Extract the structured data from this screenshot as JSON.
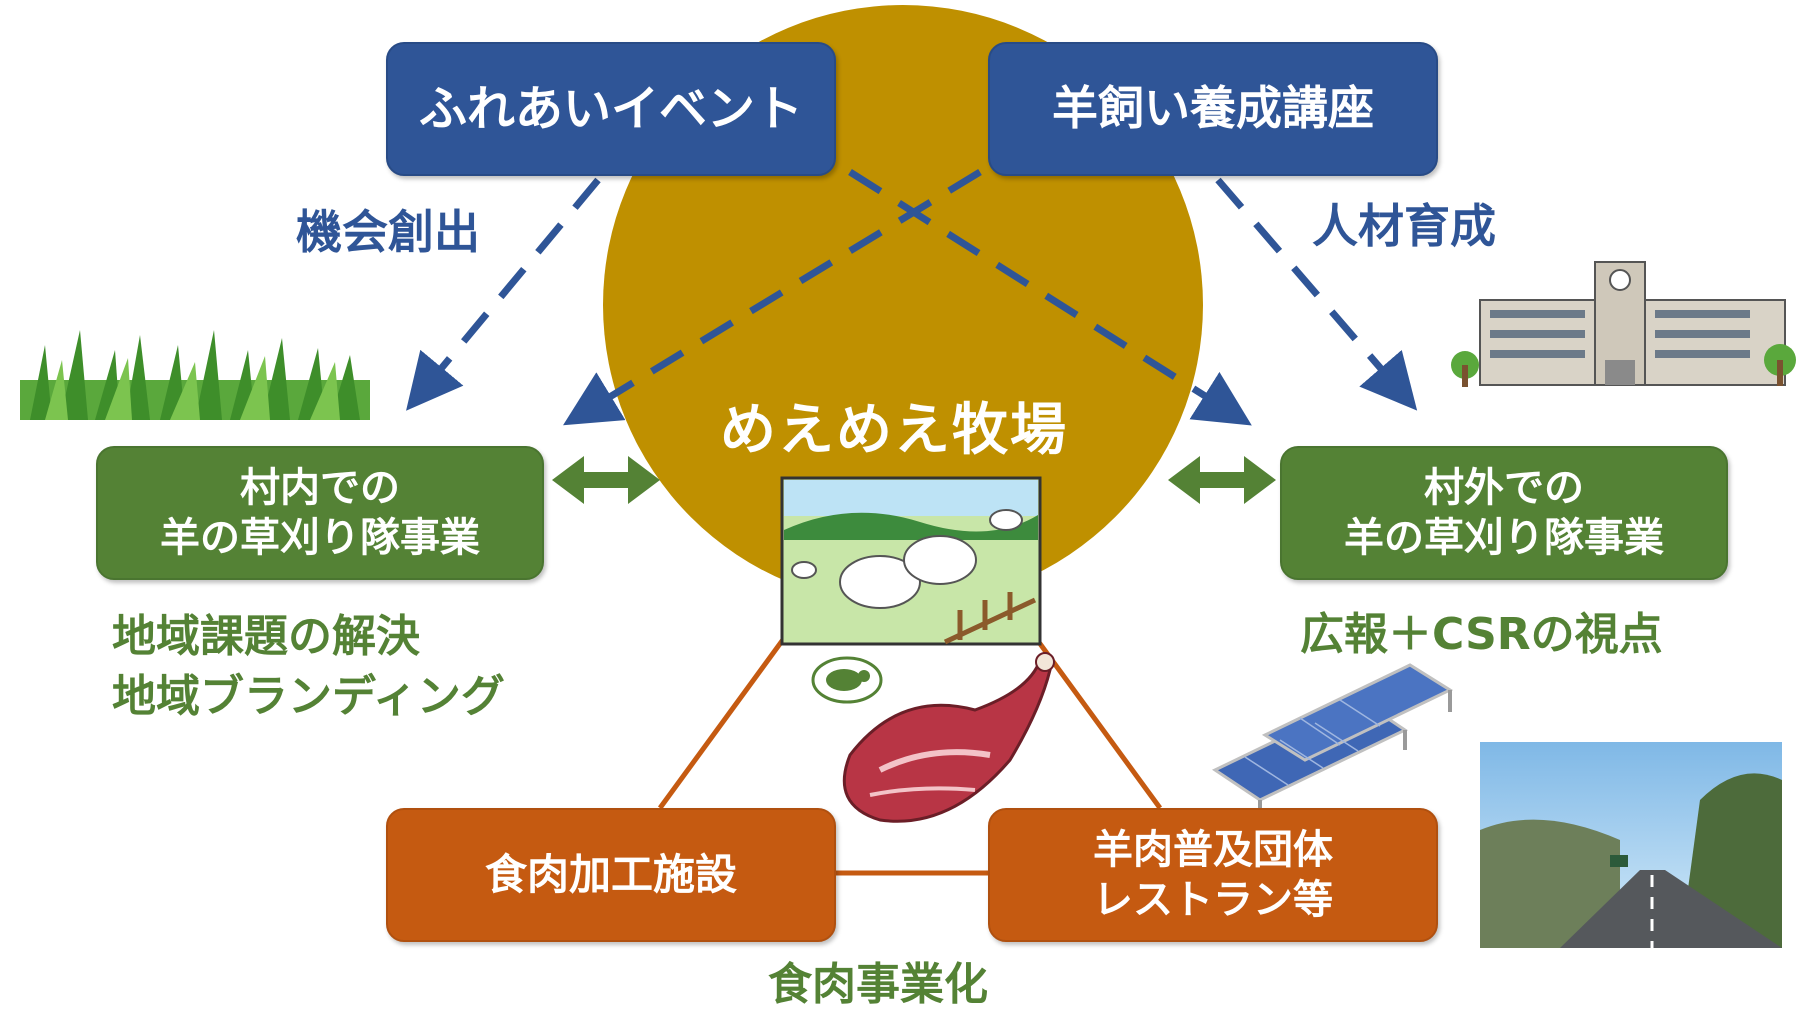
{
  "center": {
    "title": "めえめえ牧場"
  },
  "top_left_box": {
    "label": "ふれあいイベント"
  },
  "top_right_box": {
    "label": "羊飼い養成講座"
  },
  "left_box": {
    "line1": "村内での",
    "line2": "羊の草刈り隊事業"
  },
  "right_box": {
    "line1": "村外での",
    "line2": "羊の草刈り隊事業"
  },
  "bottom_left_box": {
    "label": "食肉加工施設"
  },
  "bottom_right_box": {
    "line1": "羊肉普及団体",
    "line2": "レストラン等"
  },
  "labels": {
    "opportunity": "機会創出",
    "human_resources": "人材育成",
    "regional1": "地域課題の解決",
    "regional2": "地域ブランディング",
    "pr": "広報＋CSRの視点",
    "meat_business": "食肉事業化"
  },
  "colors": {
    "circle": "#bf9000",
    "blue": "#2f5597",
    "green": "#548235",
    "orange": "#c55a11"
  },
  "icons": [
    "grass-icon",
    "school-building-icon",
    "sheep-pasture-icon",
    "sheep-logo-icon",
    "lamb-meat-icon",
    "solar-panels-icon",
    "highway-icon"
  ]
}
